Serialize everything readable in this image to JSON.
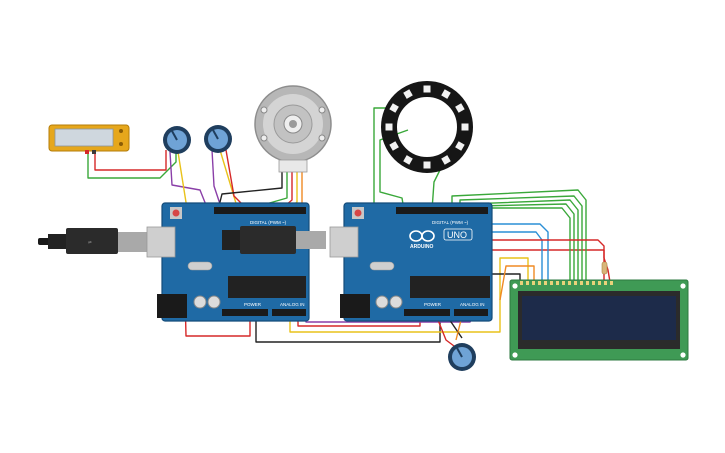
{
  "boards": {
    "left": {
      "digital_label": "DIGITAL (PWM ~)",
      "power_label": "POWER",
      "analog_label": "ANALOG IN"
    },
    "right": {
      "digital_label": "DIGITAL (PWM ~)",
      "brand_label": "ARDUINO",
      "model_label": "UNO",
      "power_label": "POWER",
      "analog_label": "ANALOG IN"
    }
  },
  "colors": {
    "board": "#1f6aa5",
    "board_edge": "#144c7a",
    "wire_red": "#d62828",
    "wire_green": "#3aa83a",
    "wire_black": "#222222",
    "wire_yellow": "#e9c21a",
    "wire_purple": "#8a3fa8",
    "wire_orange": "#f08a24",
    "wire_blue": "#2a8fd6",
    "lcd_pcb": "#3f9a55",
    "lcd_screen": "#1d2b4a"
  },
  "icons": [
    "usb-plug-icon",
    "potentiometer-icon",
    "stepper-motor-icon",
    "neopixel-ring-icon",
    "lcd-icon",
    "resistor-icon"
  ]
}
